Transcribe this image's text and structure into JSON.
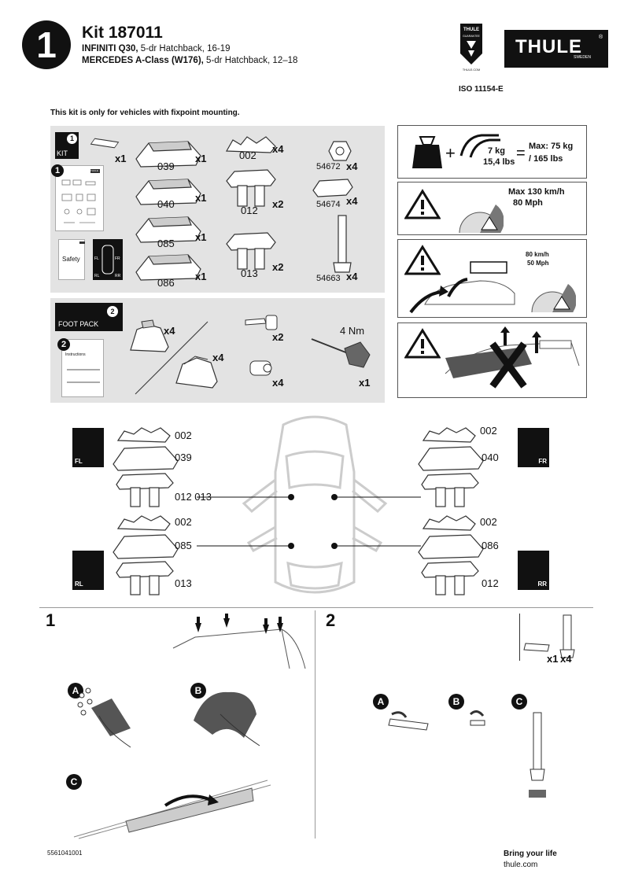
{
  "header": {
    "step_number": "1",
    "kit_title": "Kit 187011",
    "vehicle_1_make": "INFINITI Q30,",
    "vehicle_1_desc": " 5-dr Hatchback, 16-19",
    "vehicle_2_make": "MERCEDES A-Class (W176),",
    "vehicle_2_desc": " 5-dr Hatchback, 12–18",
    "iso": "ISO 11154-E",
    "brand": "THULE",
    "brand_sub": "SWEDEN",
    "guarantee_top": "THULE",
    "guarantee_mid": "GUARANTEE",
    "guarantee_bottom": "THULE.COM",
    "registered": "®"
  },
  "notice": "This kit is only for vehicles with fixpoint mounting.",
  "kit_panel": {
    "kit_label": "KIT",
    "badge": "1",
    "sheet_badge": "1",
    "sheet_brand": "THULE",
    "safety_label": "Safety",
    "items": [
      {
        "code": "",
        "qty": "x1"
      },
      {
        "code": "039",
        "qty": "x1"
      },
      {
        "code": "040",
        "qty": "x1"
      },
      {
        "code": "085",
        "qty": "x1"
      },
      {
        "code": "086",
        "qty": "x1"
      },
      {
        "code": "002",
        "qty": "x4"
      },
      {
        "code": "012",
        "qty": "x2"
      },
      {
        "code": "013",
        "qty": "x2"
      },
      {
        "code": "54672",
        "qty": "x4"
      },
      {
        "code": "54674",
        "qty": "x4"
      },
      {
        "code": "54663",
        "qty": "x4"
      }
    ],
    "corner_labels": {
      "fl": "FL",
      "fr": "FR",
      "rl": "RL",
      "rr": "RR"
    }
  },
  "foot_pack": {
    "label": "FOOT PACK",
    "badge": "2",
    "sheet_badge": "2",
    "instructions": "Instructions",
    "foot_qty_1": "x4",
    "foot_qty_2": "x4",
    "key_qty": "x2",
    "lock_qty": "x4",
    "tool_torque": "4 Nm",
    "tool_qty": "x1"
  },
  "warnings": {
    "weight_kg": "7 kg",
    "weight_lbs": "15,4 lbs",
    "equals": "=",
    "max_kg": "Max: 75 kg",
    "max_lbs": "/ 165 lbs",
    "speed_kmh": "Max  130 km/h",
    "speed_mph": "80 Mph",
    "load_kmh": "80 km/h",
    "load_mph": "50 Mph"
  },
  "placement": {
    "fl": {
      "corner": "FL",
      "top": "002",
      "mid": "039"
    },
    "fr": {
      "corner": "FR",
      "top": "002",
      "mid": "040"
    },
    "rl": {
      "corner": "RL",
      "top": "002",
      "mid": "085",
      "bottom": "013"
    },
    "rr": {
      "corner": "RR",
      "top": "002",
      "mid": "086",
      "bottom": "012"
    },
    "front_bottom": "012 013"
  },
  "steps": {
    "step1": "1",
    "step2": "2",
    "a": "A",
    "b": "B",
    "c": "C",
    "qty_a": "x1",
    "qty_b": "x4"
  },
  "footer": {
    "doc_number": "5561041001",
    "tagline": "Bring your life",
    "url": "thule.com"
  }
}
